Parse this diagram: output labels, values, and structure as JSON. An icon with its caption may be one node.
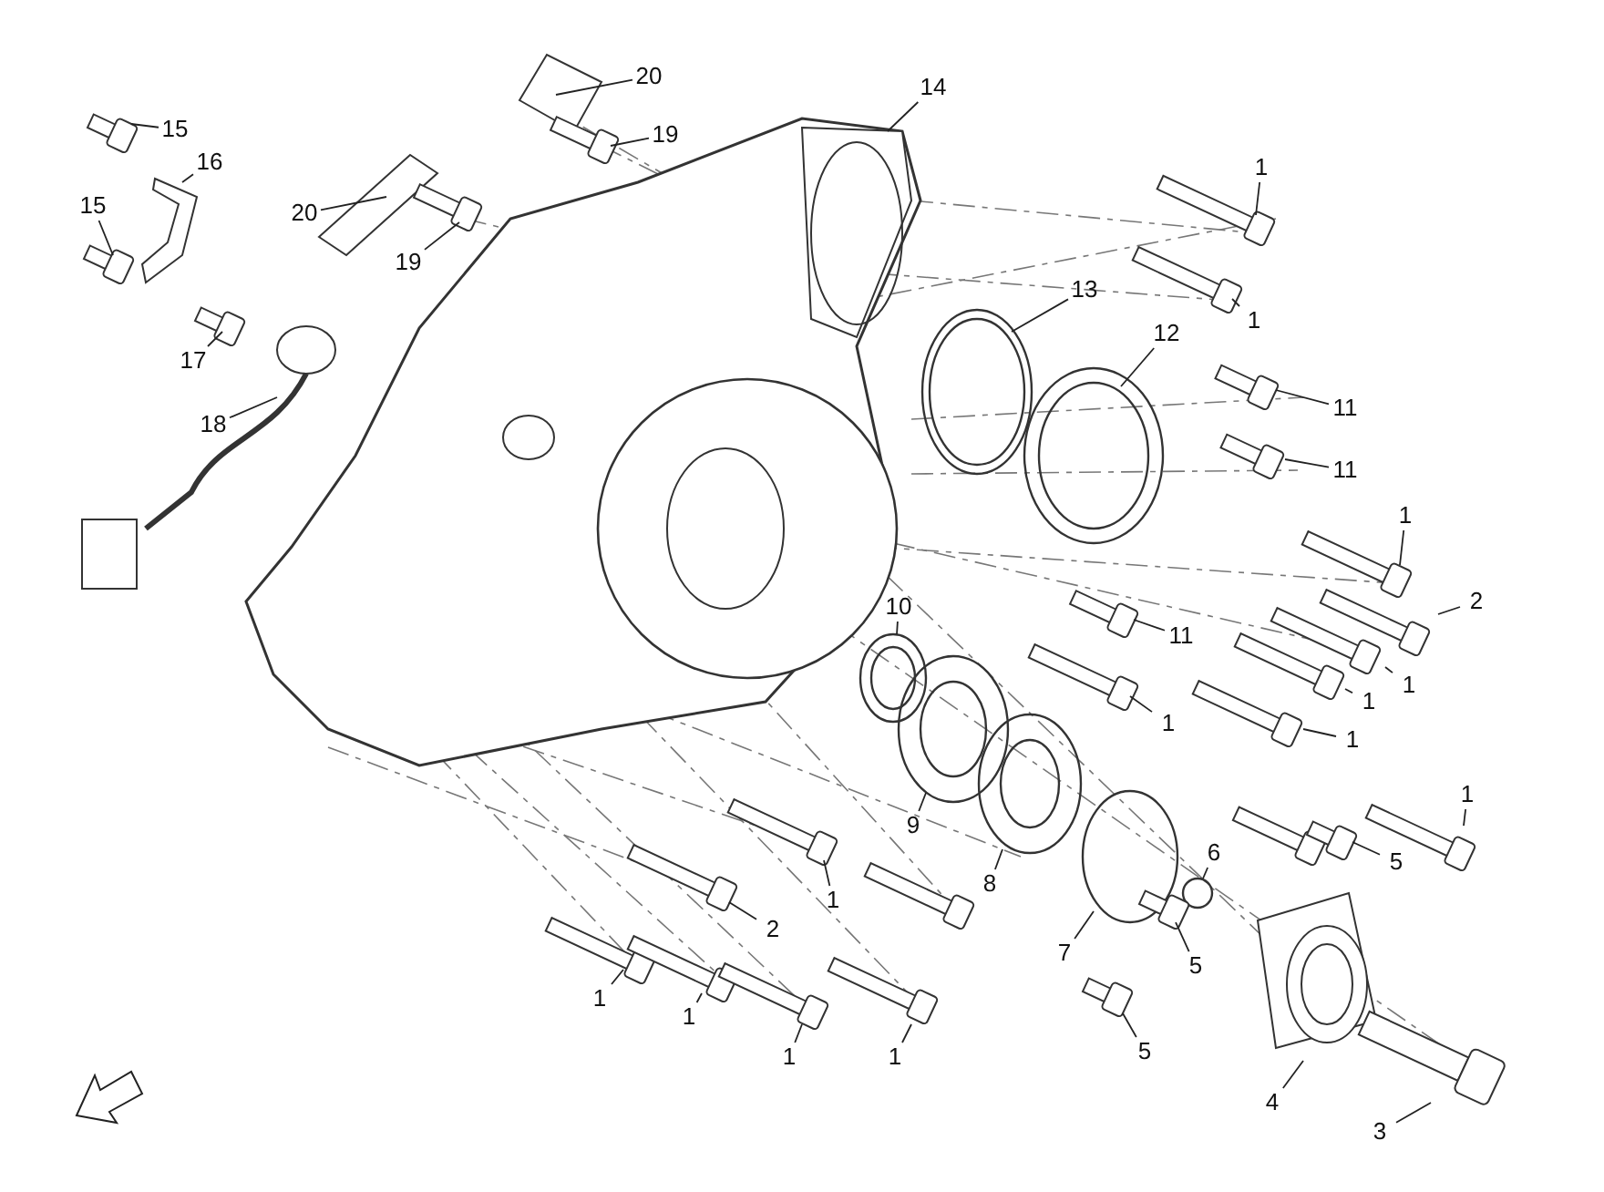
{
  "diagram": {
    "nodes": [
      {
        "text": [
          "20"
        ]
      },
      {
        "text": [
          "14"
        ]
      },
      {
        "text": [
          "15"
        ]
      },
      {
        "text": [
          "16"
        ]
      },
      {
        "text": [
          "19"
        ]
      },
      {
        "text": [
          "1"
        ]
      },
      {
        "text": [
          "20"
        ]
      },
      {
        "text": [
          "15"
        ]
      },
      {
        "text": [
          "19"
        ]
      },
      {
        "text": [
          "1"
        ]
      },
      {
        "text": [
          "13"
        ]
      },
      {
        "text": [
          "12"
        ]
      },
      {
        "text": [
          "17"
        ]
      },
      {
        "text": [
          "11"
        ]
      },
      {
        "text": [
          "18"
        ]
      },
      {
        "text": [
          "11"
        ]
      },
      {
        "text": [
          "1"
        ]
      },
      {
        "text": [
          "2"
        ]
      },
      {
        "text": [
          "10"
        ]
      },
      {
        "text": [
          "11"
        ]
      },
      {
        "text": [
          "1"
        ]
      },
      {
        "text": [
          "1"
        ]
      },
      {
        "text": [
          "1"
        ]
      },
      {
        "text": [
          "1"
        ]
      },
      {
        "text": [
          "1"
        ]
      },
      {
        "text": [
          "5"
        ]
      },
      {
        "text": [
          "9"
        ]
      },
      {
        "text": [
          "1"
        ]
      },
      {
        "text": [
          "6"
        ]
      },
      {
        "text": [
          "8"
        ]
      },
      {
        "text": [
          "2"
        ]
      },
      {
        "text": [
          "5"
        ]
      },
      {
        "text": [
          "7"
        ]
      },
      {
        "text": [
          "1"
        ]
      },
      {
        "text": [
          "1"
        ]
      },
      {
        "text": [
          "1"
        ]
      },
      {
        "text": [
          "1"
        ]
      },
      {
        "text": [
          "5"
        ]
      },
      {
        "text": [
          "4"
        ]
      },
      {
        "text": [
          "3"
        ]
      }
    ],
    "edges": [
      {
        "from": 0,
        "to": null,
        "arrow": "none"
      },
      {
        "from": 1,
        "to": null,
        "arrow": "none"
      },
      {
        "from": 2,
        "to": null,
        "arrow": "none"
      },
      {
        "from": 3,
        "to": null,
        "arrow": "none"
      },
      {
        "from": 4,
        "to": null,
        "arrow": "none"
      },
      {
        "from": 5,
        "to": null,
        "arrow": "none"
      },
      {
        "from": 6,
        "to": null,
        "arrow": "none"
      },
      {
        "from": 7,
        "to": null,
        "arrow": "none"
      },
      {
        "from": 8,
        "to": null,
        "arrow": "none"
      },
      {
        "from": 9,
        "to": null,
        "arrow": "none"
      },
      {
        "from": 10,
        "to": null,
        "arrow": "none"
      },
      {
        "from": 11,
        "to": null,
        "arrow": "none"
      },
      {
        "from": 12,
        "to": null,
        "arrow": "none"
      },
      {
        "from": 13,
        "to": null,
        "arrow": "none"
      },
      {
        "from": 14,
        "to": null,
        "arrow": "none"
      },
      {
        "from": 15,
        "to": null,
        "arrow": "none"
      },
      {
        "from": 16,
        "to": null,
        "arrow": "none"
      },
      {
        "from": 17,
        "to": null,
        "arrow": "none"
      },
      {
        "from": 18,
        "to": null,
        "arrow": "none"
      },
      {
        "from": 19,
        "to": null,
        "arrow": "none"
      },
      {
        "from": 20,
        "to": null,
        "arrow": "none"
      },
      {
        "from": 21,
        "to": null,
        "arrow": "none"
      },
      {
        "from": 22,
        "to": null,
        "arrow": "none"
      },
      {
        "from": 23,
        "to": null,
        "arrow": "none"
      },
      {
        "from": 24,
        "to": null,
        "arrow": "none"
      },
      {
        "from": 25,
        "to": null,
        "arrow": "none"
      },
      {
        "from": 26,
        "to": null,
        "arrow": "none"
      },
      {
        "from": 27,
        "to": null,
        "arrow": "none"
      },
      {
        "from": 28,
        "to": null,
        "arrow": "none"
      },
      {
        "from": 29,
        "to": null,
        "arrow": "none"
      },
      {
        "from": 30,
        "to": null,
        "arrow": "none"
      },
      {
        "from": 31,
        "to": null,
        "arrow": "none"
      },
      {
        "from": 32,
        "to": null,
        "arrow": "none"
      },
      {
        "from": 33,
        "to": null,
        "arrow": "none"
      },
      {
        "from": 34,
        "to": null,
        "arrow": "none"
      },
      {
        "from": 35,
        "to": null,
        "arrow": "none"
      },
      {
        "from": 36,
        "to": null,
        "arrow": "none"
      },
      {
        "from": 37,
        "to": null,
        "arrow": "none"
      },
      {
        "from": 38,
        "to": null,
        "arrow": "none"
      },
      {
        "from": 39,
        "to": null,
        "arrow": "none"
      }
    ]
  }
}
